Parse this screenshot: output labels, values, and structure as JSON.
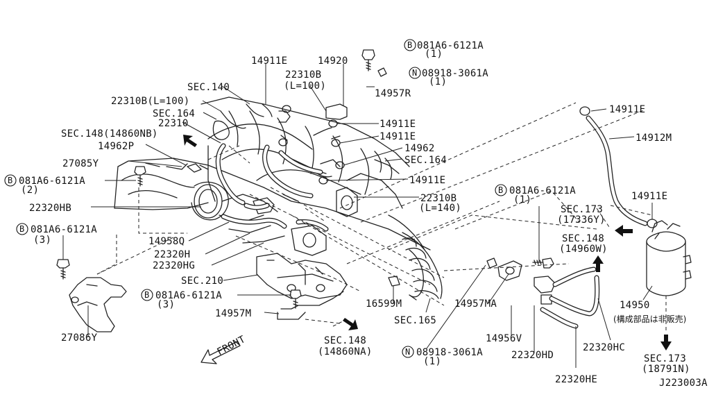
{
  "diagram_id": "J223003A",
  "front_label": "FRONT",
  "labels": {
    "p14911e_top": "14911E",
    "p14920": "14920",
    "b_top_code": "081A6-6121A",
    "b_top_qty": "(1)",
    "n_top_code": "08918-3061A",
    "n_top_qty": "(1)",
    "p22310b_top": "22310B",
    "p22310b_top_len": "(L=100)",
    "p14957r": "14957R",
    "sec140": "SEC.140",
    "p22310b_left": "22310B(L=100)",
    "sec164_left": "SEC.164",
    "p22310": "22310",
    "sec148_nb": "SEC.148(14860NB)",
    "p14962p": "14962P",
    "p14911e_mid1": "14911E",
    "p14911e_mid2": "14911E",
    "p14962": "14962",
    "sec164_right": "SEC.164",
    "p27085y": "27085Y",
    "b_left_code": "081A6-6121A",
    "b_left_qty": "(2)",
    "p14911e_mid3": "14911E",
    "p22310b_right": "22310B",
    "p22310b_right_len": "(L=140)",
    "p22320hb": "22320HB",
    "b_left2_code": "081A6-6121A",
    "b_left2_qty": "(3)",
    "p14958q": "14958Q",
    "p22320h": "22320H",
    "p22320hg": "22320HG",
    "sec210": "SEC.210",
    "b_mid_code": "081A6-6121A",
    "b_mid_qty": "(3)",
    "p14957m": "14957M",
    "p27086y": "27086Y",
    "sec148_na": "SEC.148",
    "sec148_na_sub": "(14860NA)",
    "p16599m": "16599M",
    "sec165": "SEC.165",
    "n_bottom_code": "08918-3061A",
    "n_bottom_qty": "(1)",
    "p14957ma": "14957MA",
    "p14956v": "14956V",
    "p22320hd": "22320HD",
    "p22320he": "22320HE",
    "p22320hc": "22320HC",
    "b_right_code": "081A6-6121A",
    "b_right_qty": "(1)",
    "sec173_top": "SEC.173",
    "sec173_top_sub": "(17336Y)",
    "sec148_w": "SEC.148",
    "sec148_w_sub": "(14960W)",
    "p14911e_right_top": "14911E",
    "p14912m": "14912M",
    "p14911e_right_mid": "14911E",
    "p14950": "14950",
    "p14950_note": "(構成部品は非販売)",
    "sec173_bottom": "SEC.173",
    "sec173_bottom_sub": "(18791N)",
    "b_symbol": "B",
    "n_symbol": "N"
  }
}
